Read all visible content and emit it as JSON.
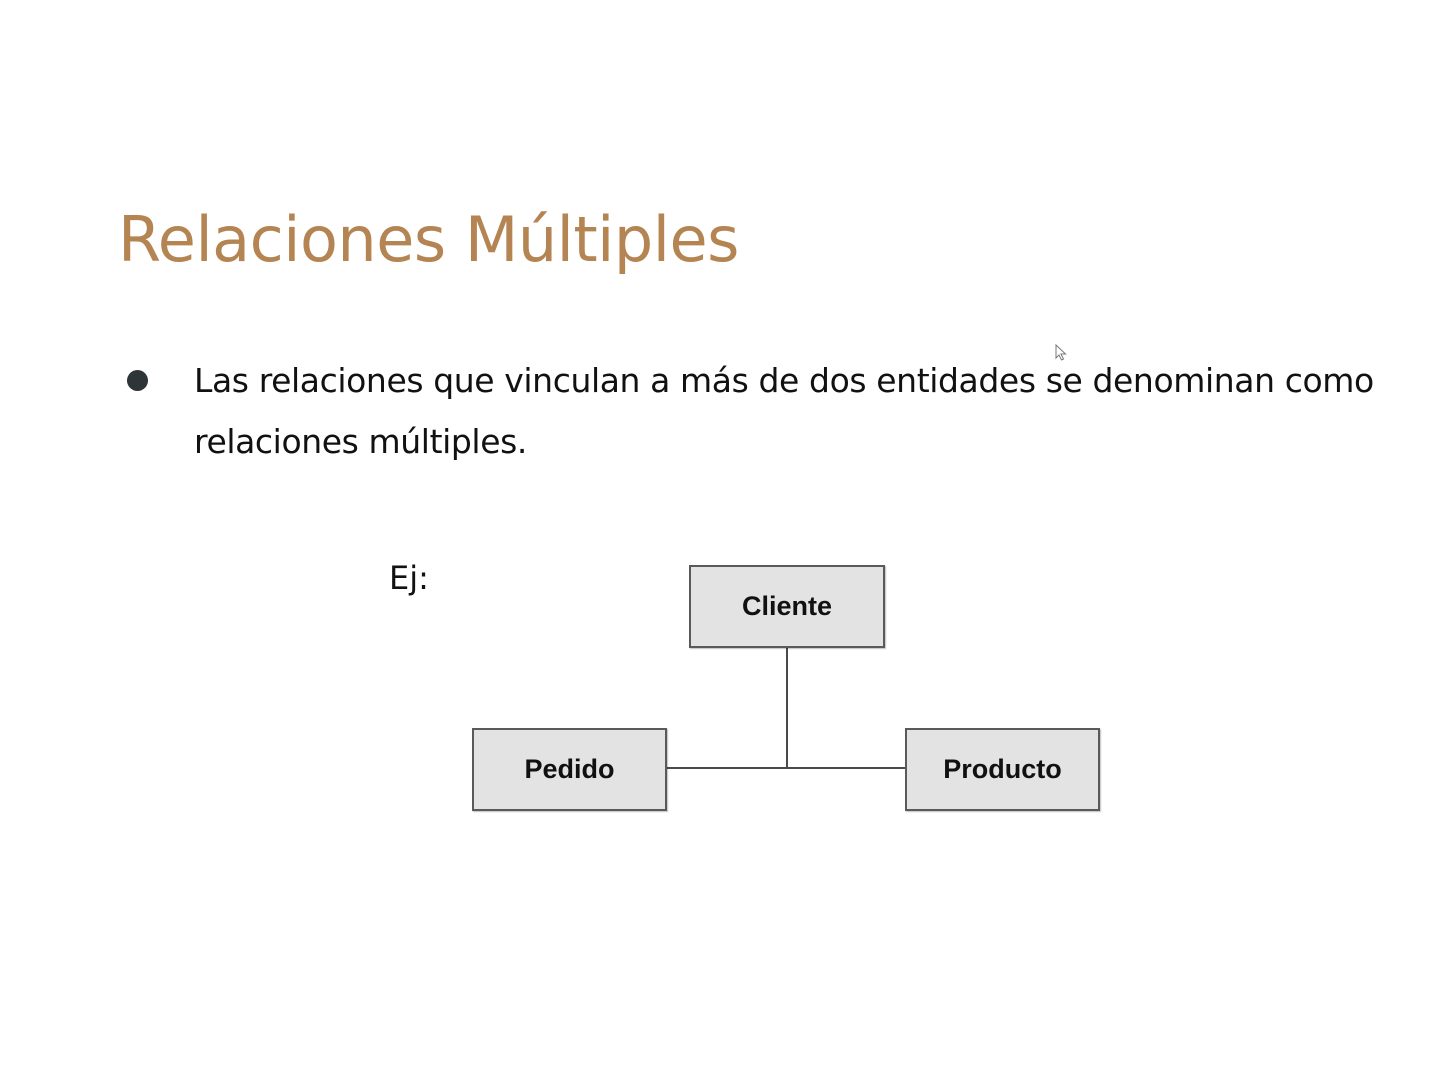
{
  "slide": {
    "title": "Relaciones Múltiples",
    "title_color": "#b48553",
    "bullets": [
      {
        "text": "Las relaciones que vinculan a más de dos entidades se denominan como relaciones múltiples."
      }
    ],
    "example_label": "Ej:"
  },
  "diagram": {
    "entities": [
      {
        "id": "cliente",
        "label": "Cliente"
      },
      {
        "id": "pedido",
        "label": "Pedido"
      },
      {
        "id": "producto",
        "label": "Producto"
      }
    ],
    "relationship": {
      "type": "ternary",
      "connects": [
        "cliente",
        "pedido",
        "producto"
      ]
    },
    "box_fill": "#e3e3e3",
    "line_color": "#4a4a4a"
  },
  "pointer": {
    "icon": "mouse-cursor-icon"
  }
}
